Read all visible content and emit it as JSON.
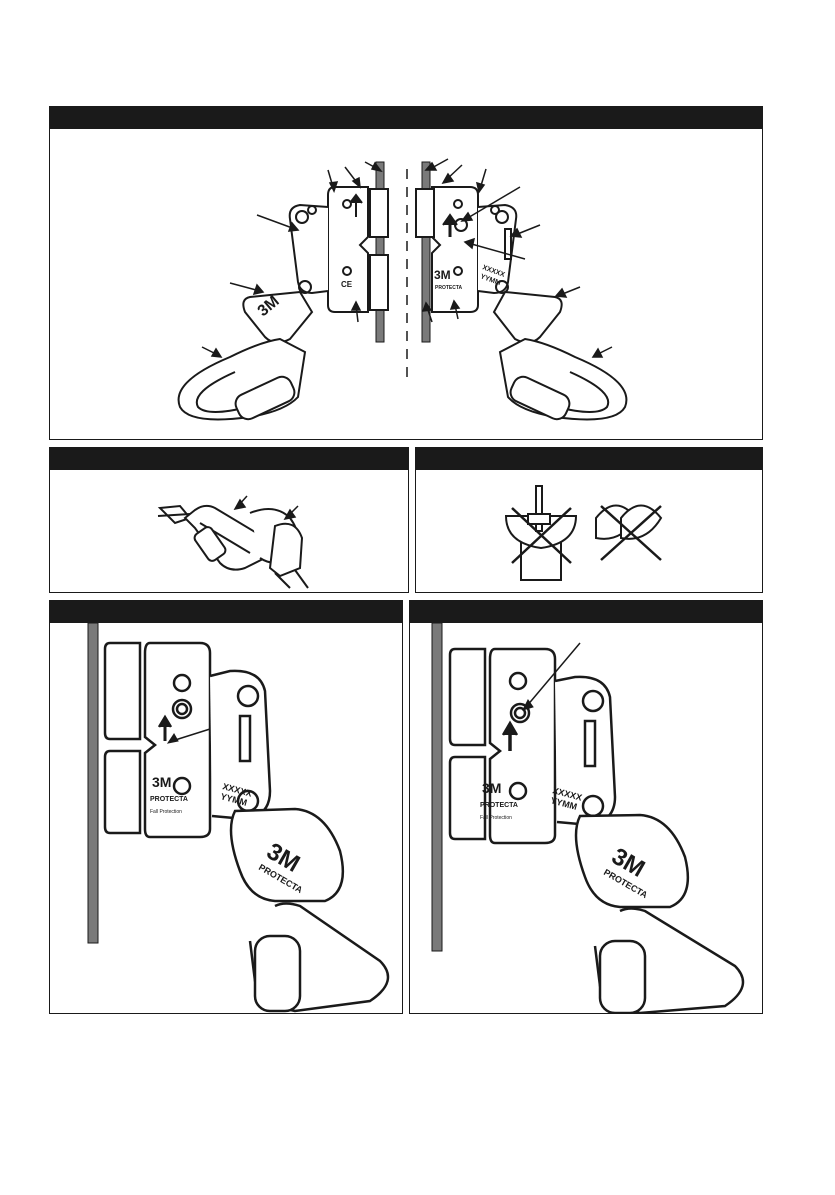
{
  "colors": {
    "ink": "#1a1a1a",
    "paper": "#ffffff",
    "cable": "#6b6b6b"
  },
  "brand": {
    "logo": "3M",
    "sub_logo": "PROTECTA",
    "tagline": "Fall Protection"
  },
  "markings": {
    "serial": "XXXXX",
    "date_code": "YYMM",
    "ce": "CE"
  },
  "panels": [
    {
      "id": "overview",
      "heading": ""
    },
    {
      "id": "connect",
      "heading": ""
    },
    {
      "id": "incorrect",
      "heading": ""
    },
    {
      "id": "detail-a",
      "heading": ""
    },
    {
      "id": "detail-b",
      "heading": ""
    }
  ]
}
